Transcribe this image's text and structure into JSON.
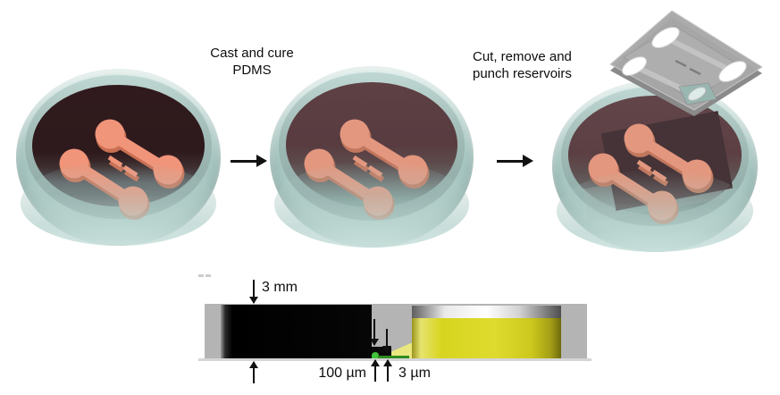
{
  "process": {
    "captions": {
      "cast": {
        "line1": "Cast and cure",
        "line2": "PDMS"
      },
      "cut": {
        "line1": "Cut, remove and",
        "line2": "punch reservoirs"
      }
    }
  },
  "cross_section": {
    "slab_thickness_label": "3 mm",
    "step_height_label": "100 µm",
    "channel_height_label": "3 µm"
  },
  "colors": {
    "dish_teal": "#c4dcd7",
    "wafer_dark_resist": "#2e191c",
    "cured_pdms_maroon": "#4f2a30",
    "mold_salmon": "#f0947a",
    "slab_gray": "#a8a8a8",
    "dye_yellow": "#d8d51f",
    "channel_green": "#41c438",
    "photo_background_gray": "#b4b4b4"
  }
}
